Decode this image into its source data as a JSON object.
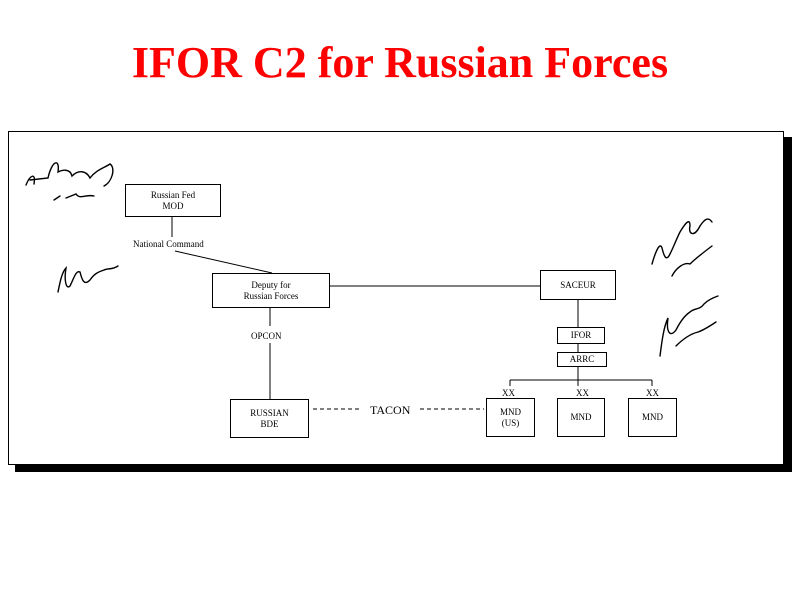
{
  "title": "IFOR C2 for Russian Forces",
  "nodes": {
    "mod": [
      "Russian Fed",
      "MOD"
    ],
    "deputy": [
      "Deputy for",
      "Russian Forces"
    ],
    "saceur": "SACEUR",
    "ifor": "IFOR",
    "arrc": "ARRC",
    "russian_bde": [
      "RUSSIAN",
      "BDE"
    ],
    "mnd_us": [
      "MND",
      "(US)"
    ],
    "mnd_2": "MND",
    "mnd_3": "MND"
  },
  "labels": {
    "national_command": "National Command",
    "opcon": "OPCON",
    "tacon": "TACON",
    "division_symbol": "XX"
  },
  "signatures": [
    "signature-1",
    "signature-2",
    "signature-3",
    "signature-4"
  ],
  "colors": {
    "title": "#ff0000",
    "lines": "#000000",
    "background": "#ffffff"
  }
}
